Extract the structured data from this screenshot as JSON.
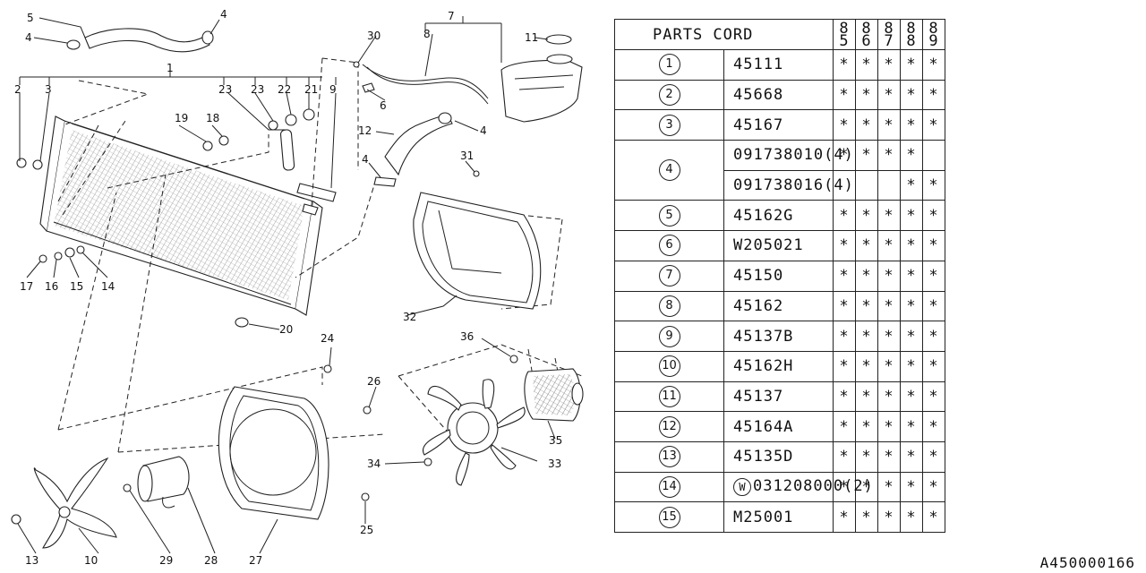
{
  "table": {
    "header": {
      "label": "PARTS CORD",
      "years": [
        [
          "8",
          "5"
        ],
        [
          "8",
          "6"
        ],
        [
          "8",
          "7"
        ],
        [
          "8",
          "8"
        ],
        [
          "8",
          "9"
        ]
      ]
    },
    "rows": [
      {
        "no": "1",
        "part": "45111",
        "marks": [
          "*",
          "*",
          "*",
          "*",
          "*"
        ]
      },
      {
        "no": "2",
        "part": "45668",
        "marks": [
          "*",
          "*",
          "*",
          "*",
          "*"
        ]
      },
      {
        "no": "3",
        "part": "45167",
        "marks": [
          "*",
          "*",
          "*",
          "*",
          "*"
        ]
      },
      {
        "no": "4",
        "part": "091738010(4)",
        "marks": [
          "*",
          "*",
          "*",
          "*",
          ""
        ]
      },
      {
        "no": "",
        "part": "091738016(4)",
        "marks": [
          "",
          "",
          "",
          "*",
          "*"
        ]
      },
      {
        "no": "5",
        "part": "45162G",
        "marks": [
          "*",
          "*",
          "*",
          "*",
          "*"
        ]
      },
      {
        "no": "6",
        "part": "W205021",
        "marks": [
          "*",
          "*",
          "*",
          "*",
          "*"
        ]
      },
      {
        "no": "7",
        "part": "45150",
        "marks": [
          "*",
          "*",
          "*",
          "*",
          "*"
        ]
      },
      {
        "no": "8",
        "part": "45162",
        "marks": [
          "*",
          "*",
          "*",
          "*",
          "*"
        ]
      },
      {
        "no": "9",
        "part": "45137B",
        "marks": [
          "*",
          "*",
          "*",
          "*",
          "*"
        ]
      },
      {
        "no": "10",
        "part": "45162H",
        "marks": [
          "*",
          "*",
          "*",
          "*",
          "*"
        ]
      },
      {
        "no": "11",
        "part": "45137",
        "marks": [
          "*",
          "*",
          "*",
          "*",
          "*"
        ]
      },
      {
        "no": "12",
        "part": "45164A",
        "marks": [
          "*",
          "*",
          "*",
          "*",
          "*"
        ]
      },
      {
        "no": "13",
        "part": "45135D",
        "marks": [
          "*",
          "*",
          "*",
          "*",
          "*"
        ]
      },
      {
        "no": "14",
        "prefix": "W",
        "part": "031208000(2)",
        "marks": [
          "*",
          "*",
          "*",
          "*",
          "*"
        ]
      },
      {
        "no": "15",
        "part": "M25001",
        "marks": [
          "*",
          "*",
          "*",
          "*",
          "*"
        ]
      }
    ]
  },
  "callouts": [
    "1",
    "2",
    "3",
    "4",
    "4",
    "4",
    "4",
    "5",
    "6",
    "7",
    "8",
    "9",
    "10",
    "11",
    "12",
    "13",
    "14",
    "15",
    "16",
    "17",
    "18",
    "19",
    "20",
    "21",
    "22",
    "23",
    "23",
    "24",
    "25",
    "26",
    "27",
    "28",
    "29",
    "30",
    "31",
    "32",
    "33",
    "34",
    "35",
    "36"
  ],
  "document_code": "A450000166"
}
